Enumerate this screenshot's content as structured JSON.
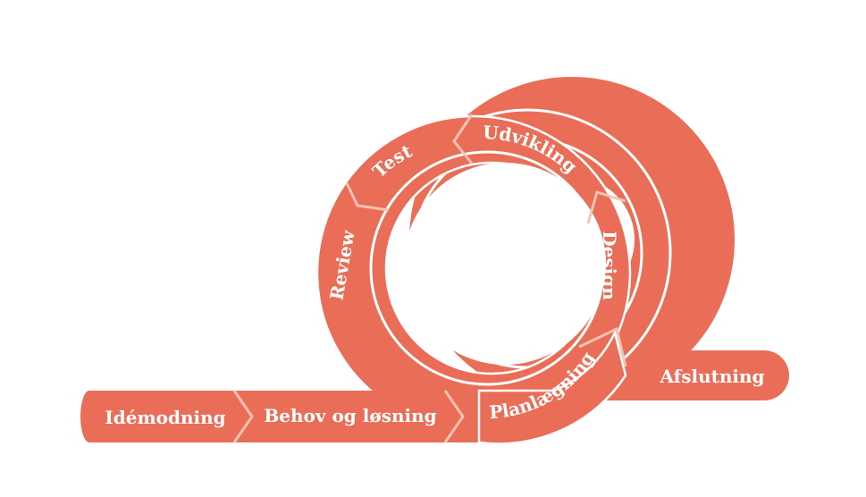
{
  "colors": {
    "background": "#ffffff",
    "shape_fill": "#ea6e57",
    "outline": "#ffffff",
    "chevron_line": "#f6c3b3",
    "text": "#ffffff"
  },
  "stages": {
    "idemodning": "Idémodning",
    "behov": "Behov og løsning",
    "planlaegning": "Planlægning",
    "design": "Design",
    "udvikling": "Udvikling",
    "test": "Test",
    "review": "Review",
    "afslutning": "Afslutning"
  }
}
